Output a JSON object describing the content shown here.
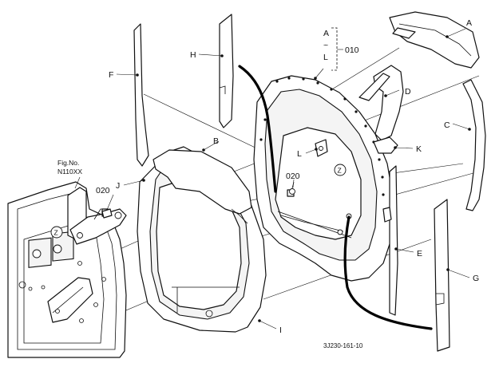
{
  "callouts": {
    "A": "A",
    "B": "B",
    "C": "C",
    "D": "D",
    "E": "E",
    "F": "F",
    "G": "G",
    "H": "H",
    "I": "I",
    "J": "J",
    "K": "K",
    "L": "L",
    "Z_left": "Z",
    "Z_center": "Z"
  },
  "range_label": {
    "start": "A",
    "tilde": "~",
    "end": "L",
    "code": "010"
  },
  "ref_codes": {
    "code_020_left": "020",
    "code_020_center": "020"
  },
  "figure_ref": {
    "line1": "Fig.No.",
    "line2": "N110XX"
  },
  "drawing_number": "3J230-161-10"
}
